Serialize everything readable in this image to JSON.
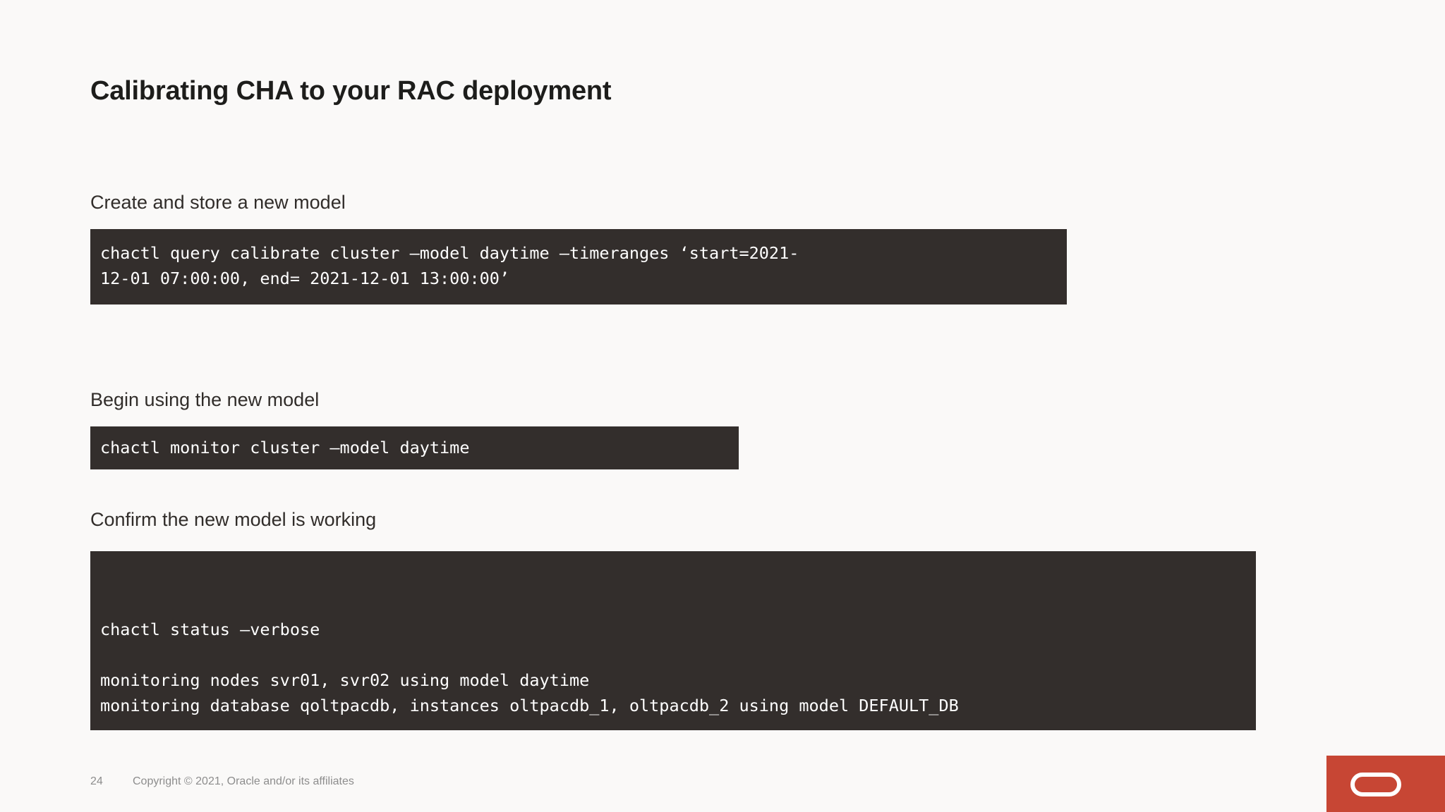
{
  "slide": {
    "title": "Calibrating CHA to your RAC deployment",
    "page_number": "24",
    "copyright": "Copyright © 2021, Oracle and/or its affiliates",
    "background_color": "#faf9f8",
    "code_background_color": "#332e2c",
    "code_text_color": "#ffffff",
    "brand_color": "#c74634"
  },
  "sections": [
    {
      "label": "Create and store a new model",
      "code": "chactl query calibrate cluster –model daytime –timeranges ‘start=2021-\n12-01 07:00:00, end= 2021-12-01 13:00:00’"
    },
    {
      "label": "Begin using the new model",
      "code": "chactl monitor cluster –model daytime"
    },
    {
      "label": "Confirm the new model is working",
      "code_command": "chactl status –verbose",
      "code_output": "monitoring nodes svr01, svr02 using model daytime\nmonitoring database qoltpacdb, instances oltpacdb_1, oltpacdb_2 using model DEFAULT_DB"
    }
  ],
  "logo": {
    "name": "oracle-logo",
    "alt": "Oracle"
  }
}
